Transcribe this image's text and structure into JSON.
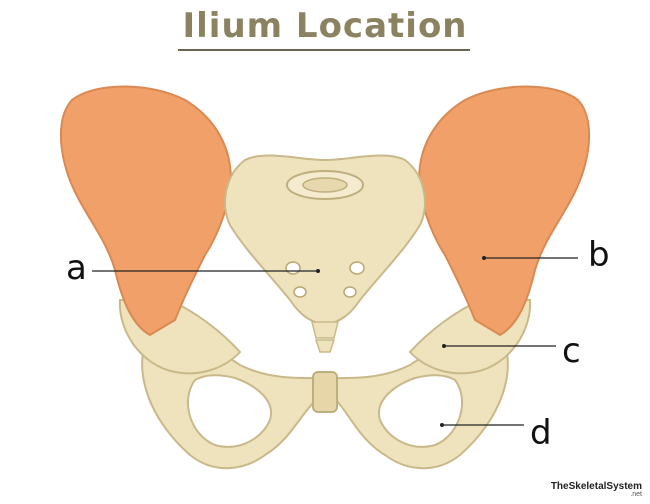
{
  "title": "Ilium Location",
  "labels": [
    {
      "id": "a",
      "text": "a"
    },
    {
      "id": "b",
      "text": "b"
    },
    {
      "id": "c",
      "text": "c"
    },
    {
      "id": "d",
      "text": "d"
    }
  ],
  "credit": {
    "main": "TheSkeletalSystem",
    "sub": ".net"
  },
  "colors": {
    "ilium": "#f0a068",
    "bone": "#efe3bd",
    "bone_shadow": "#c9b98a",
    "title": "#8a8260"
  }
}
